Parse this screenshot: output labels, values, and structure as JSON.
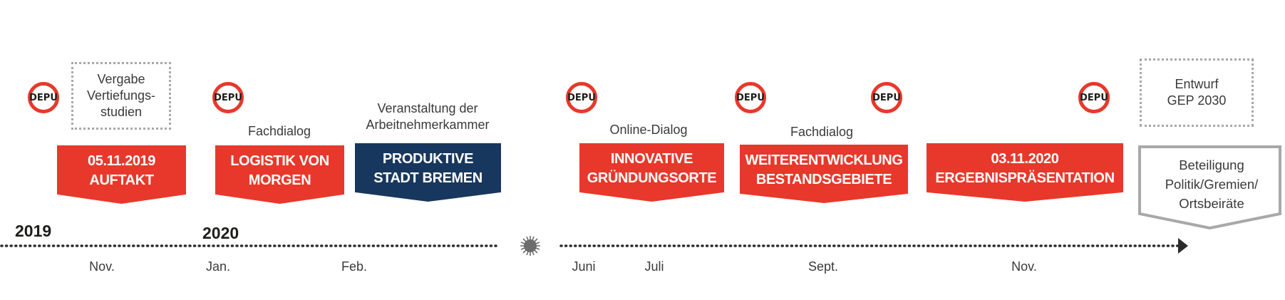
{
  "depu_label": "DEPU",
  "boxes": {
    "vergabe": "Vergabe\nVertiefungs-\nstudien",
    "entwurf": "Entwurf\nGEP 2030"
  },
  "captions": {
    "fachdialog_1": "Fachdialog",
    "veranstaltung": "Veranstaltung der\nArbeitnehmerkammer",
    "online_dialog": "Online-Dialog",
    "fachdialog_2": "Fachdialog"
  },
  "banners": [
    {
      "label": "05.11.2019\nAUFTAKT",
      "color": "#e8382b"
    },
    {
      "label": "LOGISTIK VON\nMORGEN",
      "color": "#e8382b"
    },
    {
      "label": "PRODUKTIVE\nSTADT BREMEN",
      "color": "#18375e"
    },
    {
      "label": "INNOVATIVE\nGRÜNDUNGSORTE",
      "color": "#e8382b"
    },
    {
      "label": "WEITERENTWICKLUNG\nBESTANDSGEBIETE",
      "color": "#e8382b"
    },
    {
      "label": "03.11.2020\nERGEBNISPRÄSENTATION",
      "color": "#e8382b"
    }
  ],
  "beteiligung": "Beteiligung\nPolitik/Gremien/\nOrtsbeiräte",
  "years": [
    "2019",
    "2020"
  ],
  "months": [
    "Nov.",
    "Jan.",
    "Feb.",
    "Juni",
    "Juli",
    "Sept.",
    "Nov."
  ],
  "colors": {
    "accent_red": "#e8382b",
    "navy": "#18375e",
    "grey": "#a8a8a8"
  }
}
